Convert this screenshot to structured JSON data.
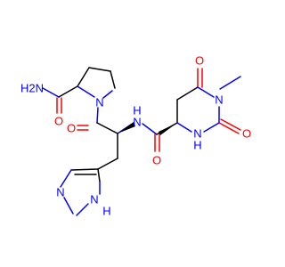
{
  "atom_labels": {
    "amide_nh2": "H2N",
    "amide_o": "O",
    "pro_n": "N",
    "his_co_o": "O",
    "amide_nh": "H",
    "amide_nh_n": "N",
    "hyd_co_o": "O",
    "ring_n_h": "H",
    "ring_n_h_n": "N",
    "ring_o_top": "O",
    "ring_n_methyl": "N",
    "ring_o_right": "O",
    "imid_n": "N",
    "imid_nh_n": "N",
    "imid_nh_h": "H"
  },
  "colors": {
    "carbon": "#000000",
    "nitrogen": "#0000FF",
    "oxygen": "#FF0000"
  }
}
